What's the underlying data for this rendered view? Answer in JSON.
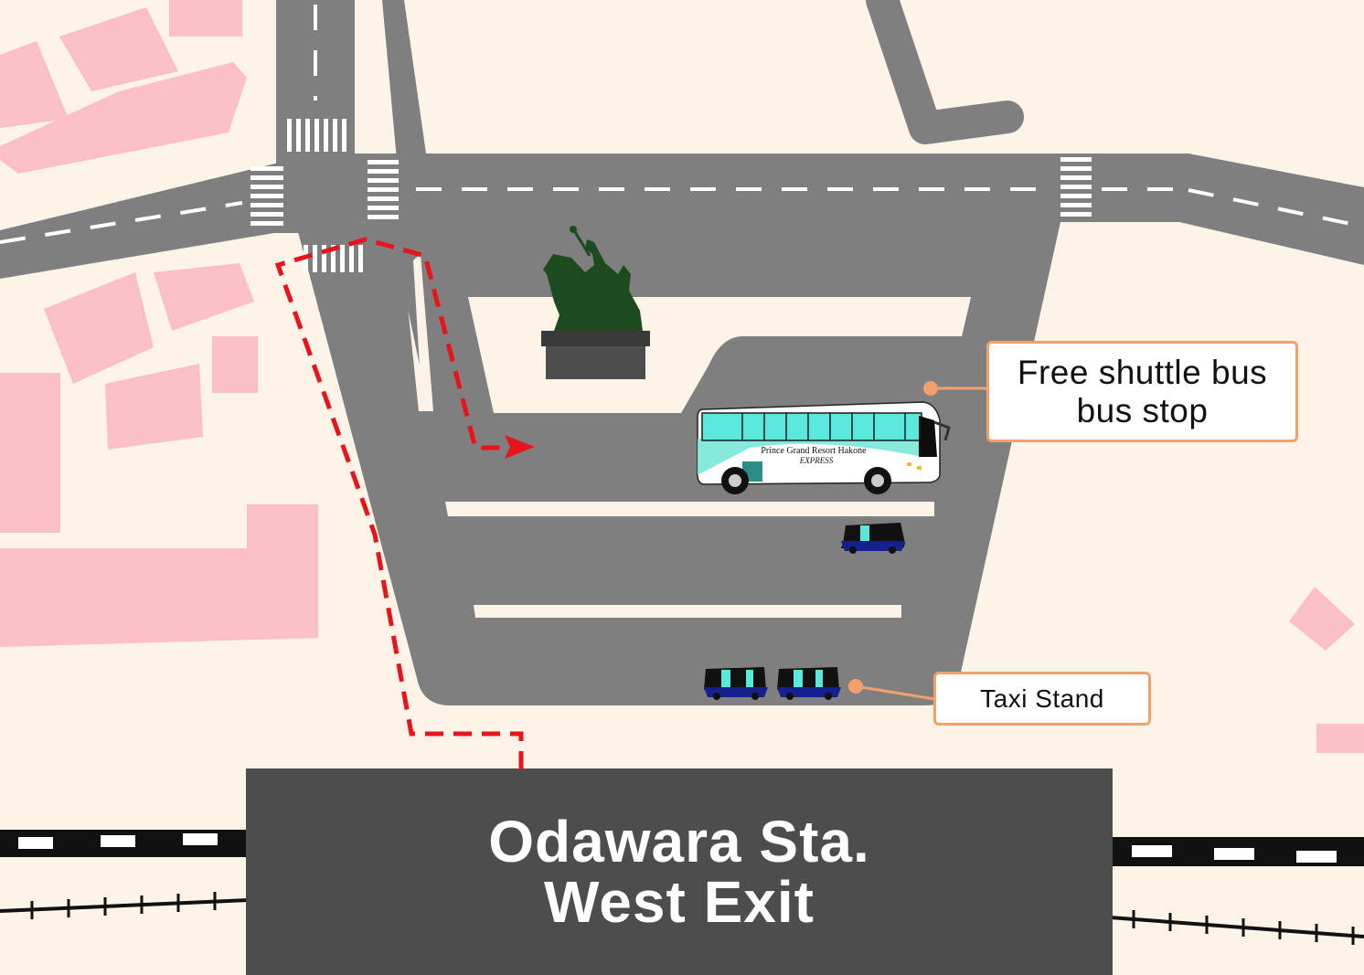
{
  "map": {
    "station": {
      "line1": "Odawara Sta.",
      "line2": "West Exit"
    },
    "bus_stop_label": {
      "line1": "Free shuttle bus",
      "line2": "bus stop"
    },
    "taxi_stand_label": "Taxi Stand",
    "bus": {
      "company": "Prince Grand Resort Hakone",
      "service": "EXPRESS"
    },
    "colors": {
      "background": "#fdf3e7",
      "building": "#fbc0c4",
      "road": "#7f7f7f",
      "station": "#4d4d4d",
      "route": "#e8141b",
      "callout_border": "#f4a06c",
      "statue": "#1e4a1f",
      "taxi": "#14208c",
      "bus_accent": "#5be8dc"
    }
  }
}
